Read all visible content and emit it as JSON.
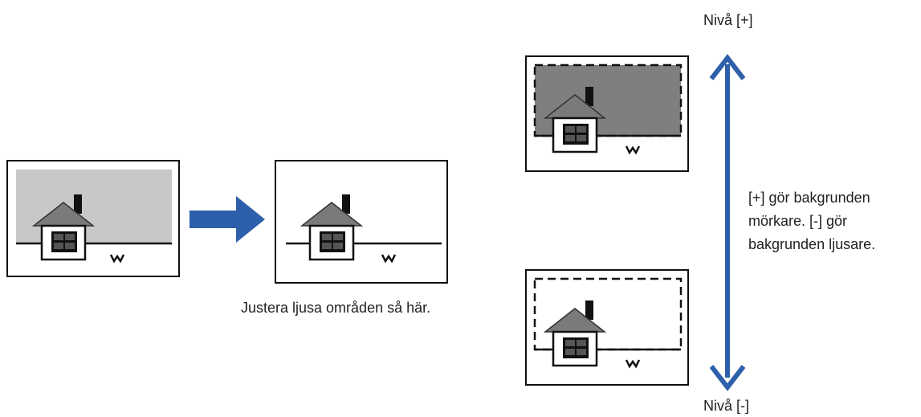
{
  "labels": {
    "level_plus": "Nivå [+]",
    "level_minus": "Nivå [-]",
    "caption": "Justera ljusa områden så här.",
    "description": "[+] gör bakgrunden mörkare. [-] gör bakgrunden ljusare."
  },
  "colors": {
    "background_original": "#c8c8c8",
    "background_darker": "#7f7f7f",
    "house_roof": "#7a7a7a",
    "house_outline": "#111111",
    "window": "#555555",
    "arrow_blue": "#2e5faa"
  },
  "icons": {
    "house": "house-icon",
    "grass": "grass-icon",
    "right_arrow": "arrow-right-icon",
    "double_arrow": "double-vertical-arrow-icon"
  }
}
